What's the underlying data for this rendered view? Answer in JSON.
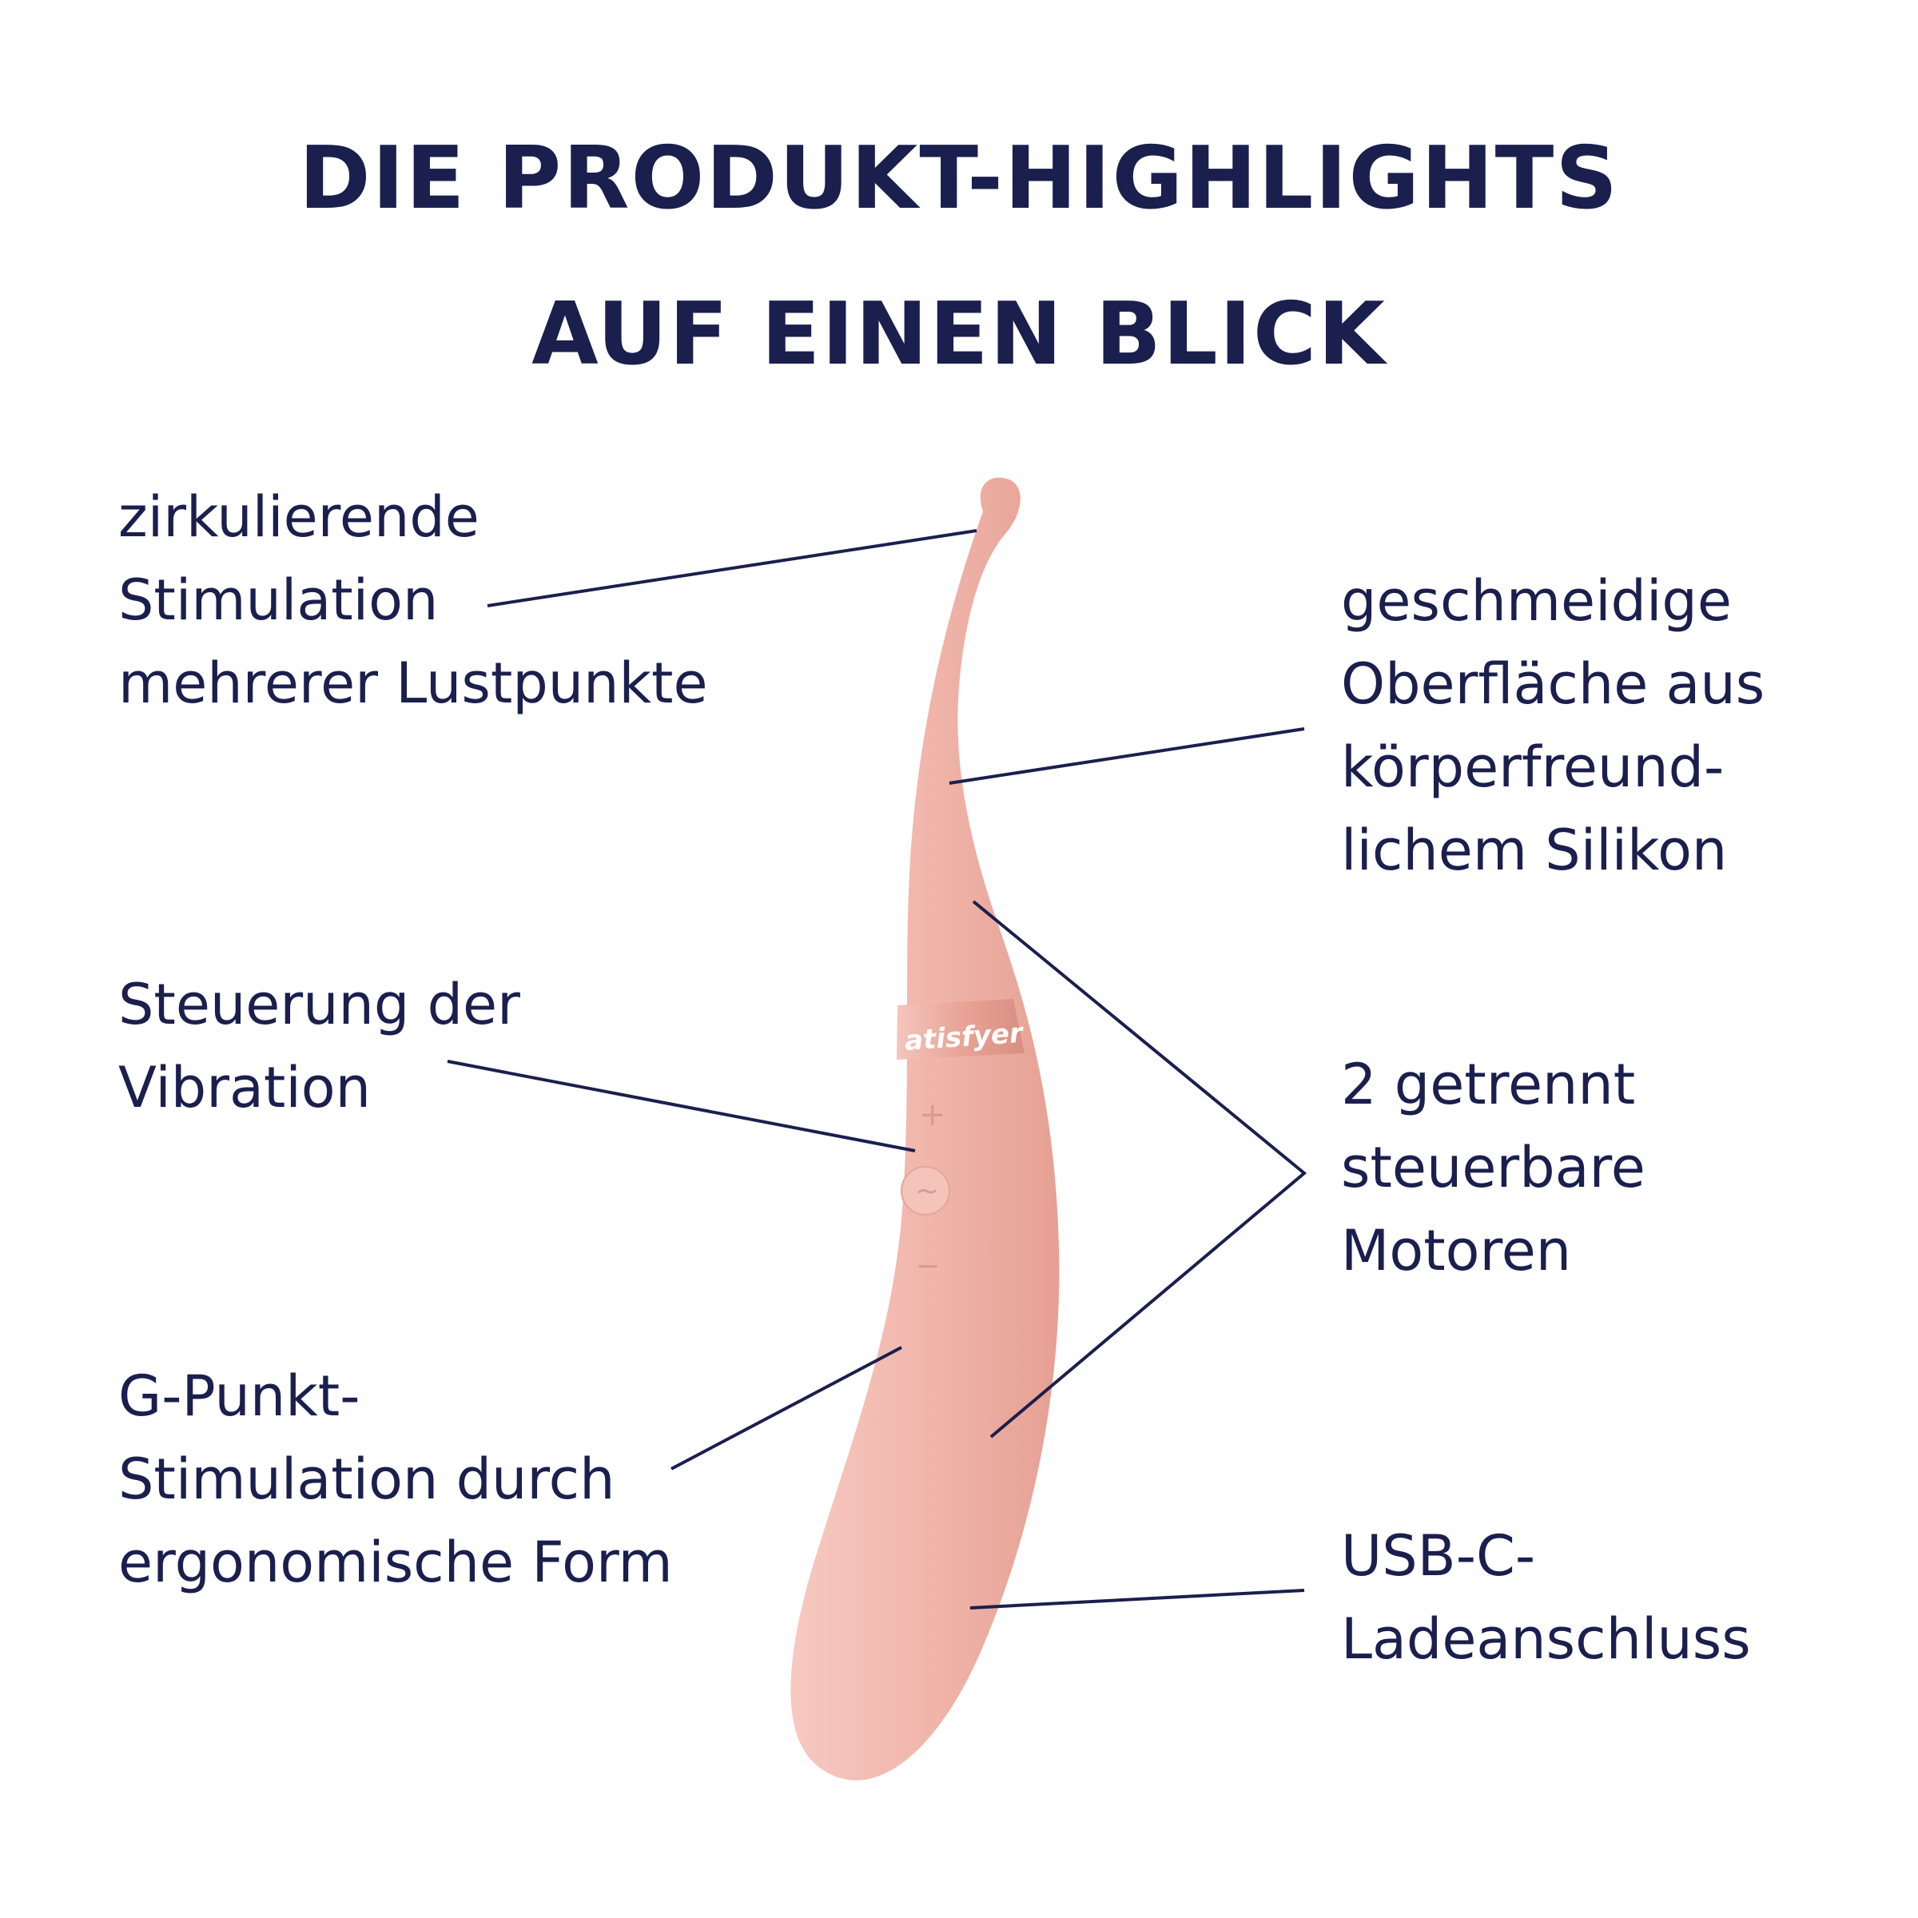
{
  "header": {
    "title_line_1": "DIE PRODUKT-HIGHLIGHTS",
    "title_line_2": "AUF EINEN BLICK"
  },
  "callouts": {
    "circular": [
      "zirkulierende",
      "Stimulation",
      "mehrerer Lustpunkte"
    ],
    "control": [
      "Steuerung der",
      "Vibration"
    ],
    "gspot": [
      "G-Punkt-",
      "Stimulation durch",
      "ergonomische Form"
    ],
    "silicone": [
      "geschmeidige",
      "Oberfläche aus",
      "körperfreund-",
      "lichem Silikon"
    ],
    "motors": [
      "2 getrennt",
      "steuerbare",
      "Motoren"
    ],
    "usb": [
      "USB-C-",
      "Ladeanschluss"
    ]
  },
  "product": {
    "brand_band_text": "atisfyer",
    "button_plus": "+",
    "button_wave": "~",
    "button_minus": "−"
  },
  "colors": {
    "text": "#1b1f4e",
    "product_body": "#f2b8ae",
    "band": "#e9a79c"
  }
}
